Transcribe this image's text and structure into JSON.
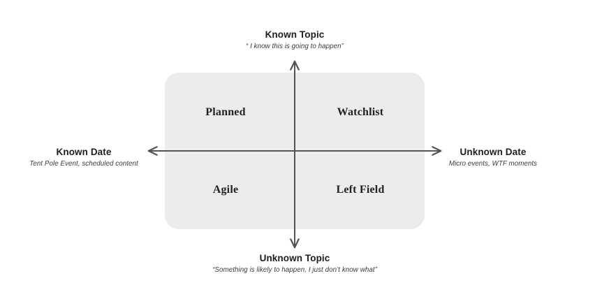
{
  "diagram": {
    "type": "2x2-matrix",
    "background_color": "#ffffff",
    "quadrant_box_color": "#ececec",
    "axis_color": "#555555",
    "axes": {
      "top": {
        "title": "Known Topic",
        "subtitle": "“ I know this is going to happen”"
      },
      "bottom": {
        "title": "Unknown Topic",
        "subtitle": "“Something is likely to happen, I just don’t know what”"
      },
      "left": {
        "title": "Known Date",
        "subtitle": "Tent Pole Event, scheduled content"
      },
      "right": {
        "title": "Unknown Date",
        "subtitle": "Micro events, WTF moments"
      }
    },
    "quadrants": [
      {
        "key": "top-left",
        "label": "Planned"
      },
      {
        "key": "top-right",
        "label": "Watchlist"
      },
      {
        "key": "bottom-left",
        "label": "Agile"
      },
      {
        "key": "bottom-right",
        "label": "Left Field"
      }
    ]
  }
}
